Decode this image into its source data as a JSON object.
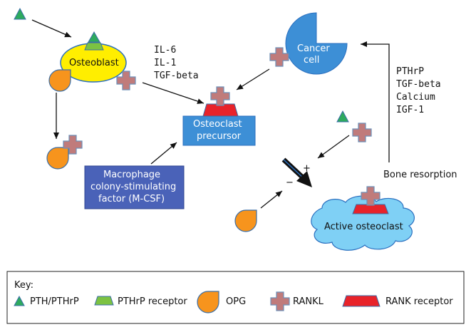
{
  "nodes": {
    "osteoblast": "Osteoblast",
    "cancer_cell": [
      "Cancer",
      "cell"
    ],
    "osteoclast_precursor": [
      "Osteoclast",
      "precursor"
    ],
    "mcsf": [
      "Macrophage",
      "colony-stimulating",
      "factor (M-CSF)"
    ],
    "active_osteoclast": "Active osteoclast"
  },
  "factors_osteoblast": [
    "IL-6",
    "IL-1",
    "TGF-beta"
  ],
  "factors_bone": [
    "PTHrP",
    "TGF-beta",
    "Calcium",
    "IGF-1"
  ],
  "bone_resorption": "Bone resorption",
  "signs": {
    "plus": "+",
    "minus": "−"
  },
  "key": {
    "title": "Key:",
    "items": [
      "PTH/PTHrP",
      "PTHrP receptor",
      "OPG",
      "RANKL",
      "RANK receptor"
    ]
  },
  "colors": {
    "osteoblast_fill": "#ffee00",
    "osteoblast_stroke": "#2a6fbf",
    "cancer_fill": "#3d8fd6",
    "box_blue": "#3d8fd6",
    "mcsf_fill": "#4a62b8",
    "cloud_fill": "#7fd0f5",
    "pth_green": "#2eaa5e",
    "receptor_green": "#7cc242",
    "opg_orange": "#f7941d",
    "rankl_mauve": "#c07b7b",
    "rank_red": "#e8232a"
  }
}
